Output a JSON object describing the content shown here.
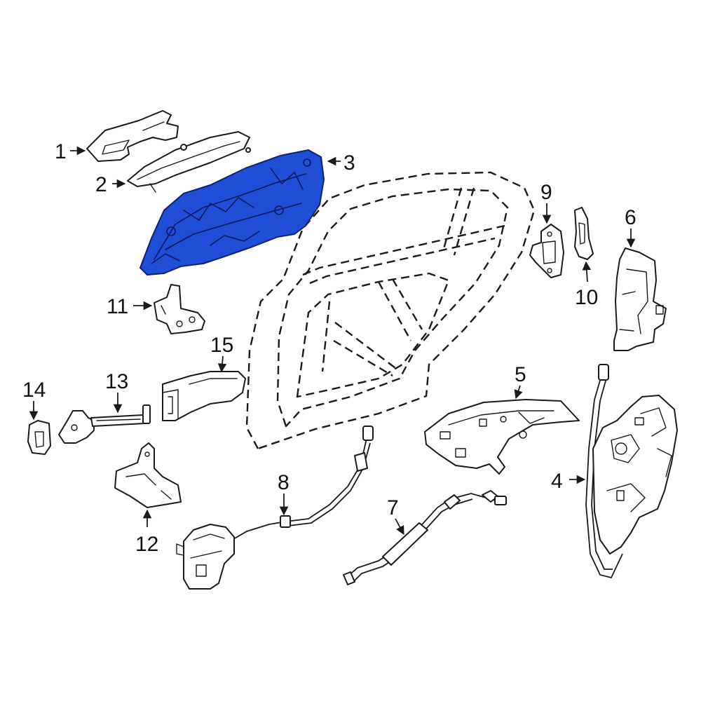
{
  "diagram": {
    "highlight_color": "#1e4fd6",
    "highlighted_part": "3",
    "callouts": [
      {
        "id": "c1",
        "label": "1"
      },
      {
        "id": "c2",
        "label": "2"
      },
      {
        "id": "c3",
        "label": "3"
      },
      {
        "id": "c4",
        "label": "4"
      },
      {
        "id": "c5",
        "label": "5"
      },
      {
        "id": "c6",
        "label": "6"
      },
      {
        "id": "c7",
        "label": "7"
      },
      {
        "id": "c8",
        "label": "8"
      },
      {
        "id": "c9",
        "label": "9"
      },
      {
        "id": "c10",
        "label": "10"
      },
      {
        "id": "c11",
        "label": "11"
      },
      {
        "id": "c12",
        "label": "12"
      },
      {
        "id": "c13",
        "label": "13"
      },
      {
        "id": "c14",
        "label": "14"
      },
      {
        "id": "c15",
        "label": "15"
      }
    ]
  }
}
